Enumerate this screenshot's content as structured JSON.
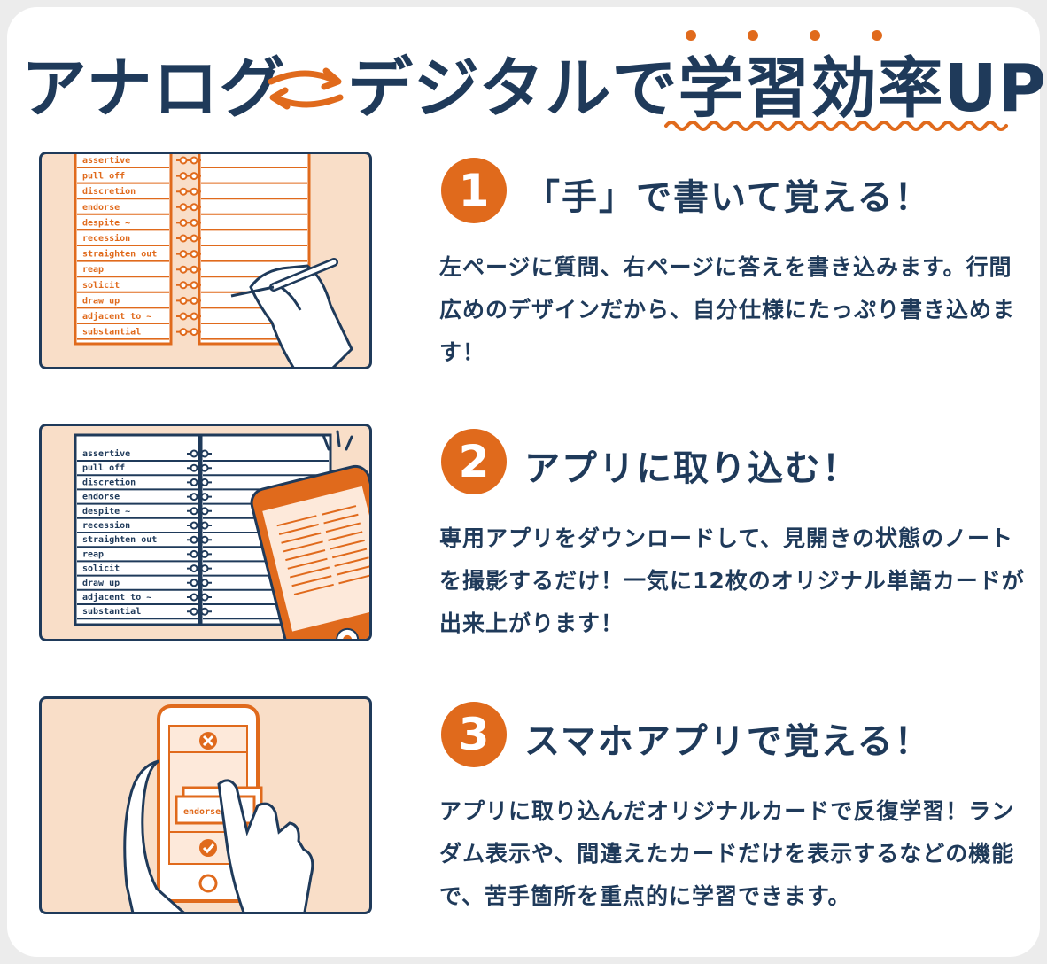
{
  "title": {
    "left": "アナログ",
    "right": "デジタルで学習効率UP",
    "arrows_icon": "exchange-arrows-icon"
  },
  "colors": {
    "navy": "#1f3a5a",
    "orange": "#e06a1c",
    "peach": "#f9dec8"
  },
  "notebook": {
    "words": [
      "assertive",
      "pull off",
      "discretion",
      "endorse",
      "despite ~",
      "recession",
      "straighten out",
      "reap",
      "solicit",
      "draw up",
      "adjacent to ~",
      "substantial"
    ]
  },
  "steps": [
    {
      "number": "1",
      "title": "「手」で書いて覚える！",
      "body": "左ページに質問、右ページに答えを書き込みます。行間広めのデザインだから、自分仕様にたっぷり書き込めます！"
    },
    {
      "number": "2",
      "title": "アプリに取り込む！",
      "body": "専用アプリをダウンロードして、見開きの状態のノートを撮影するだけ！一気に12枚のオリジナル単語カードが出来上がります！"
    },
    {
      "number": "3",
      "title": "スマホアプリで覚える！",
      "body": "アプリに取り込んだオリジナルカードで反復学習！ランダム表示や、間違えたカードだけを表示するなどの機能で、苦手箇所を重点的に学習できます。"
    }
  ]
}
